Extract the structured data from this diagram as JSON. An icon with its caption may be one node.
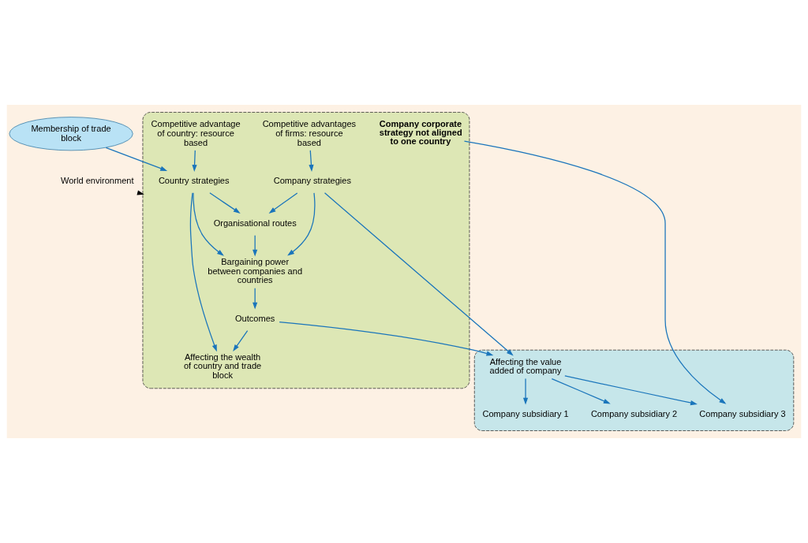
{
  "diagram": {
    "nodes": [
      {
        "text": [
          "World environment"
        ]
      },
      {
        "text": [],
        "shape": "ellipse"
      },
      {
        "text": [
          "Membership of trade block"
        ]
      },
      {
        "text": [
          "Organisational routes"
        ],
        "in": 1
      },
      {
        "text": [
          "Company strategies"
        ],
        "in": 1
      },
      {
        "text": [
          "Country strategies"
        ],
        "in": 1
      },
      {
        "text": [
          "Competitive advantages of firms: resource based"
        ],
        "in": 1
      },
      {
        "text": [
          "Competitive advantage of country: resource based"
        ],
        "in": 1
      },
      {
        "text": [
          "Bargaining power between companies and countries"
        ],
        "in": 1
      },
      {
        "text": [
          "Outcomes"
        ],
        "in": 1
      },
      {
        "text": [
          "Affecting the wealth of country and trade block"
        ],
        "in": 1
      },
      {
        "text": [],
        "shape": "ellipse"
      },
      {
        "text": [
          "Company subsidiary 1"
        ],
        "in": 11
      },
      {
        "text": [
          "Company subsidiary 2"
        ],
        "in": 11
      },
      {
        "text": [
          "Affecting the value added of company"
        ],
        "in": 11
      },
      {
        "text": [
          "Company subsidiary 3"
        ],
        "in": 11
      },
      {
        "text": [
          "Company corporate strategy not aligned to one country"
        ],
        "in": 1
      }
    ],
    "edges": [
      {
        "from": 0,
        "to": 1,
        "arrow": "to",
        "style": "dashed",
        "color": "#000000"
      },
      {
        "from": 4,
        "to": 3,
        "arrow": "to"
      },
      {
        "from": 5,
        "to": 3,
        "arrow": "to"
      },
      {
        "from": 2,
        "to": 5,
        "arrow": "to"
      },
      {
        "from": 6,
        "to": 4,
        "arrow": "to"
      },
      {
        "from": 7,
        "to": 5,
        "arrow": "to"
      },
      {
        "from": 3,
        "to": 8,
        "arrow": "to"
      },
      {
        "from": 4,
        "to": 8,
        "arrow": "to"
      },
      {
        "from": 5,
        "to": 8,
        "arrow": "to"
      },
      {
        "from": 4,
        "to": 14,
        "arrow": "to"
      },
      {
        "from": 5,
        "to": 10,
        "arrow": "to"
      },
      {
        "from": 8,
        "to": 9,
        "arrow": "to"
      },
      {
        "from": 9,
        "to": 10,
        "arrow": "to"
      },
      {
        "from": 9,
        "to": 14,
        "arrow": "to"
      },
      {
        "from": 14,
        "to": 12,
        "arrow": "to"
      },
      {
        "from": 14,
        "to": 13,
        "arrow": "to"
      },
      {
        "from": 14,
        "to": 15,
        "arrow": "to"
      },
      {
        "from": 16,
        "to": 15,
        "arrow": "to"
      }
    ]
  }
}
